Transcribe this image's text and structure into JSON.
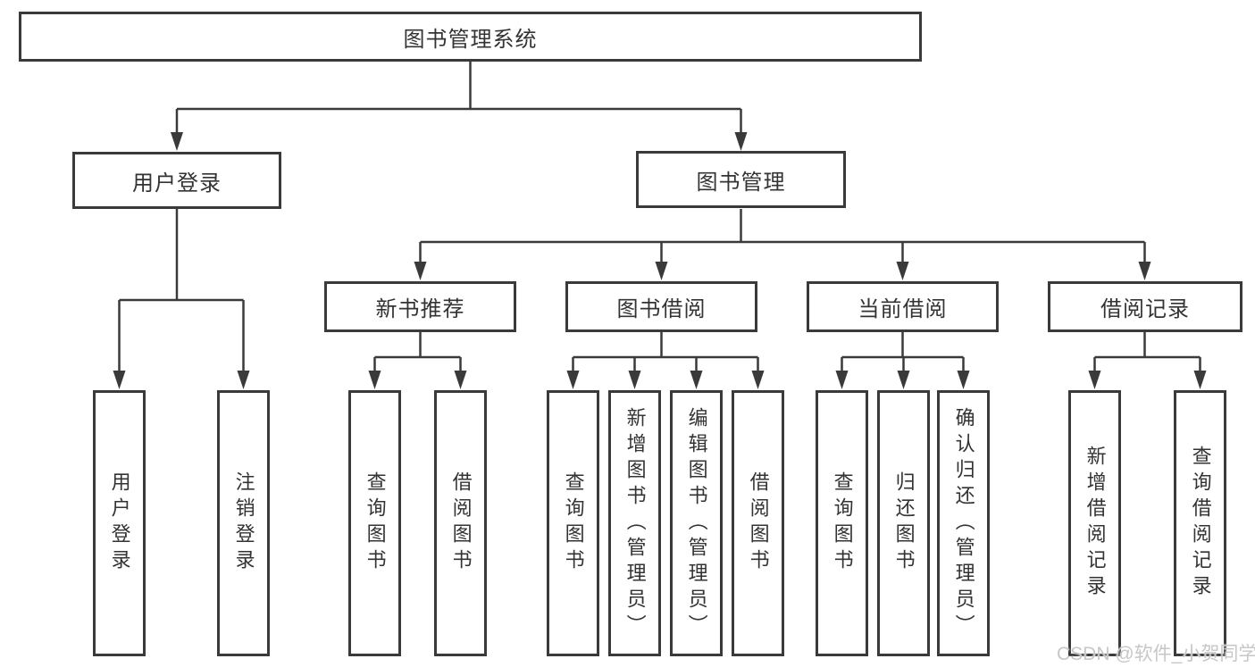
{
  "tree": {
    "label": "图书管理系统",
    "children": [
      {
        "label": "用户登录",
        "children": [
          {
            "label": "用户登录"
          },
          {
            "label": "注销登录"
          }
        ]
      },
      {
        "label": "图书管理",
        "children": [
          {
            "label": "新书推荐",
            "children": [
              {
                "label": "查询图书"
              },
              {
                "label": "借阅图书"
              }
            ]
          },
          {
            "label": "图书借阅",
            "children": [
              {
                "label": "查询图书"
              },
              {
                "label": "新增图书（管理员）"
              },
              {
                "label": "编辑图书（管理员）"
              },
              {
                "label": "借阅图书"
              }
            ]
          },
          {
            "label": "当前借阅",
            "children": [
              {
                "label": "查询图书"
              },
              {
                "label": "归还图书"
              },
              {
                "label": "确认归还（管理员）"
              }
            ]
          },
          {
            "label": "借阅记录",
            "children": [
              {
                "label": "新增借阅记录"
              },
              {
                "label": "查询借阅记录"
              }
            ]
          }
        ]
      }
    ]
  },
  "watermark": "CSDN @软件_小贺同学",
  "colors": {
    "line": "#3a3a3a",
    "box_border": "#3a3a3a",
    "text": "#333333",
    "background": "#ffffff",
    "watermark": "#c7c7c7"
  }
}
